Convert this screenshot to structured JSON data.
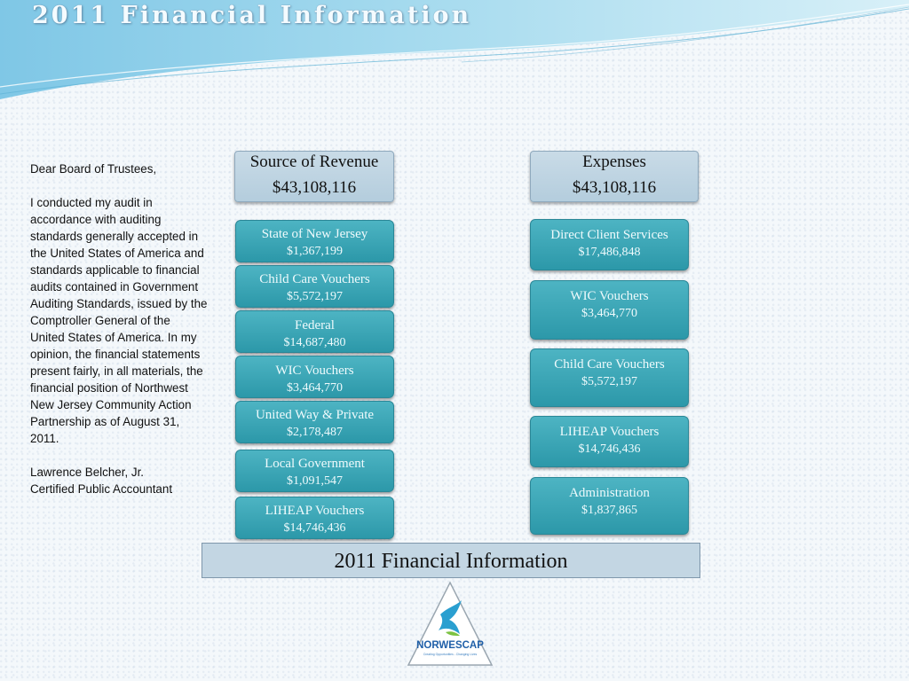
{
  "title": "2011 Financial Information",
  "letter": {
    "salutation": "Dear Board of Trustees,",
    "body": "I conducted my audit in accordance with auditing standards generally accepted in the United States of America and standards applicable to financial audits contained in Government Auditing Standards, issued by the Comptroller General of the United States of America.  In my opinion, the financial statements present fairly, in all materials, the financial position of Northwest New Jersey Community Action Partnership as of August 31, 2011.",
    "signer_name": "Lawrence Belcher, Jr.",
    "signer_title": "Certified Public Accountant"
  },
  "revenue": {
    "label": "Source of Revenue",
    "total": "$43,108,116",
    "items": [
      {
        "label": "State of New Jersey",
        "amount": "$1,367,199"
      },
      {
        "label": "Child Care Vouchers",
        "amount": "$5,572,197"
      },
      {
        "label": "Federal",
        "amount": "$14,687,480"
      },
      {
        "label": "WIC Vouchers",
        "amount": "$3,464,770"
      },
      {
        "label": "United Way & Private",
        "amount": "$2,178,487"
      },
      {
        "label": "Local Government",
        "amount": "$1,091,547"
      },
      {
        "label": "LIHEAP Vouchers",
        "amount": "$14,746,436"
      }
    ]
  },
  "expenses": {
    "label": "Expenses",
    "total": "$43,108,116",
    "items": [
      {
        "label": "Direct Client Services",
        "amount": "$17,486,848"
      },
      {
        "label": "WIC Vouchers",
        "amount": "$3,464,770"
      },
      {
        "label": "Child Care Vouchers",
        "amount": "$5,572,197"
      },
      {
        "label": "LIHEAP Vouchers",
        "amount": "$14,746,436"
      },
      {
        "label": "Administration",
        "amount": "$1,837,865"
      }
    ]
  },
  "bottom_bar": "2011 Financial Information",
  "logo": {
    "name": "NORWESCAP",
    "tagline": "Creating Opportunities - Changing Lives"
  },
  "colors": {
    "item_box": "#3aa7b7",
    "header_box": "#bfd5e3",
    "bar": "#c3d6e3"
  }
}
